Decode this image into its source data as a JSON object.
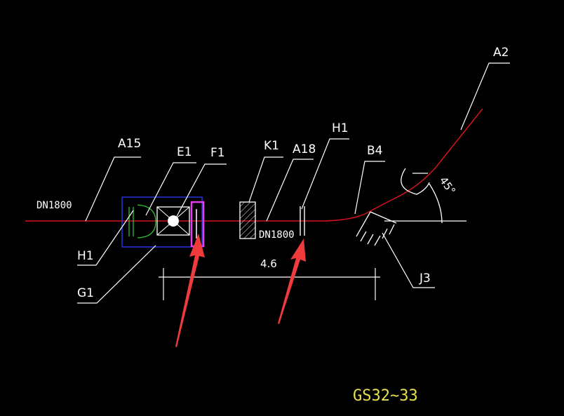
{
  "colors": {
    "background": "#000000",
    "pipe": "#d4121e",
    "leader": "#ffffff",
    "green_symbol": "#2fbf3a",
    "blue_frame": "#2a3cff",
    "highlight": "#e23ef0",
    "arrow": "#ef3b3b",
    "title": "#e6e04a"
  },
  "labels": {
    "dn_left": "DN1800",
    "dn_mid": "DN1800",
    "a15": "A15",
    "e1": "E1",
    "f1": "F1",
    "k1": "K1",
    "a18": "A18",
    "h1_top": "H1",
    "b4": "B4",
    "a2": "A2",
    "h1_left": "H1",
    "g1": "G1",
    "j3": "J3",
    "angle": "45°",
    "dimension": "4.6"
  },
  "title": "GS32~33",
  "icons": {
    "annotation_arrows": "arrow-icon",
    "support": "fixed-support-icon",
    "elbow": "elbow-arc-icon"
  }
}
